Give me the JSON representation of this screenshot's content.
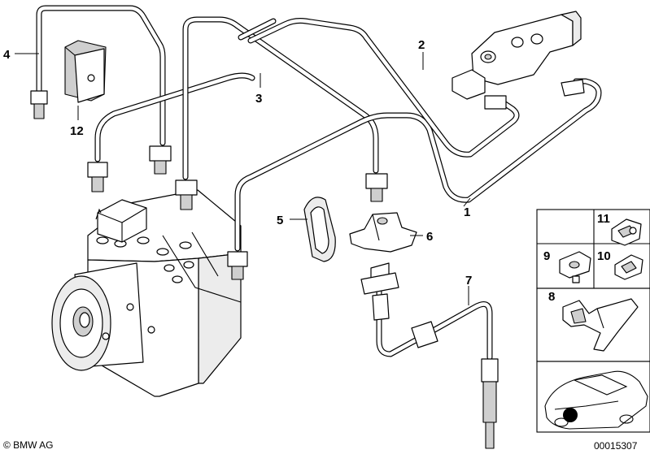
{
  "callouts": {
    "c1": "1",
    "c2": "2",
    "c3": "3",
    "c4": "4",
    "c5": "5",
    "c6": "6",
    "c7": "7",
    "c8": "8",
    "c9": "9",
    "c10": "10",
    "c11": "11",
    "c12": "12"
  },
  "footer": {
    "copyright": "© BMW AG",
    "diagram_number": "00015307"
  }
}
